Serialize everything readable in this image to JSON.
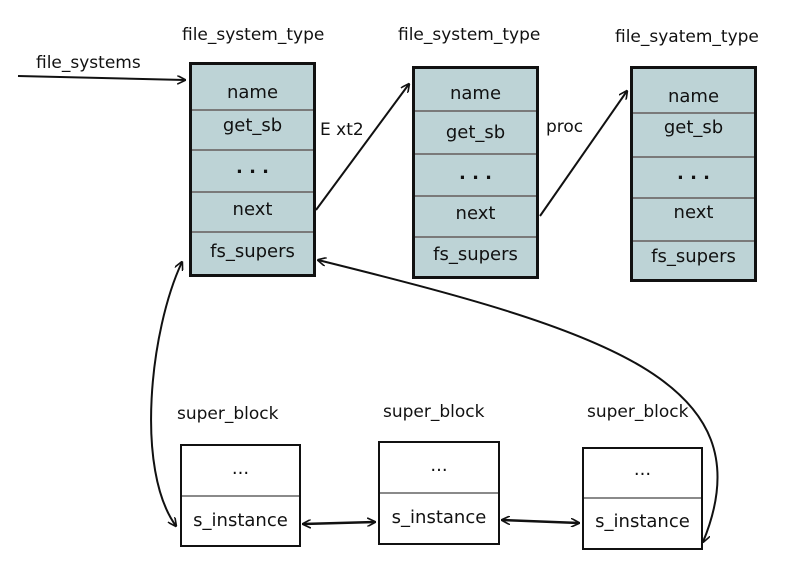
{
  "diagram": {
    "entry_label": "file_systems",
    "fs_types": [
      {
        "title": "file_system_type",
        "fields": [
          "name",
          "get_sb",
          ". . .",
          "next",
          "fs_supers"
        ]
      },
      {
        "title": "file_system_type",
        "fields": [
          "name",
          "get_sb",
          ". . .",
          "next",
          "fs_supers"
        ]
      },
      {
        "title": "file_syatem_type",
        "fields": [
          "name",
          "get_sb",
          ". . .",
          "next",
          "fs_supers"
        ]
      }
    ],
    "edge_labels": {
      "link1": "E xt2",
      "link2": "proc"
    },
    "super_blocks": [
      {
        "title": "super_block",
        "top": "...",
        "bottom": "s_instance"
      },
      {
        "title": "super_block",
        "top": "...",
        "bottom": "s_instance"
      },
      {
        "title": "super_block",
        "top": "...",
        "bottom": "s_instance"
      }
    ],
    "colors": {
      "struct_fill": "#bdd3d6",
      "line": "#111111",
      "divider": "#7a7a7a"
    }
  }
}
